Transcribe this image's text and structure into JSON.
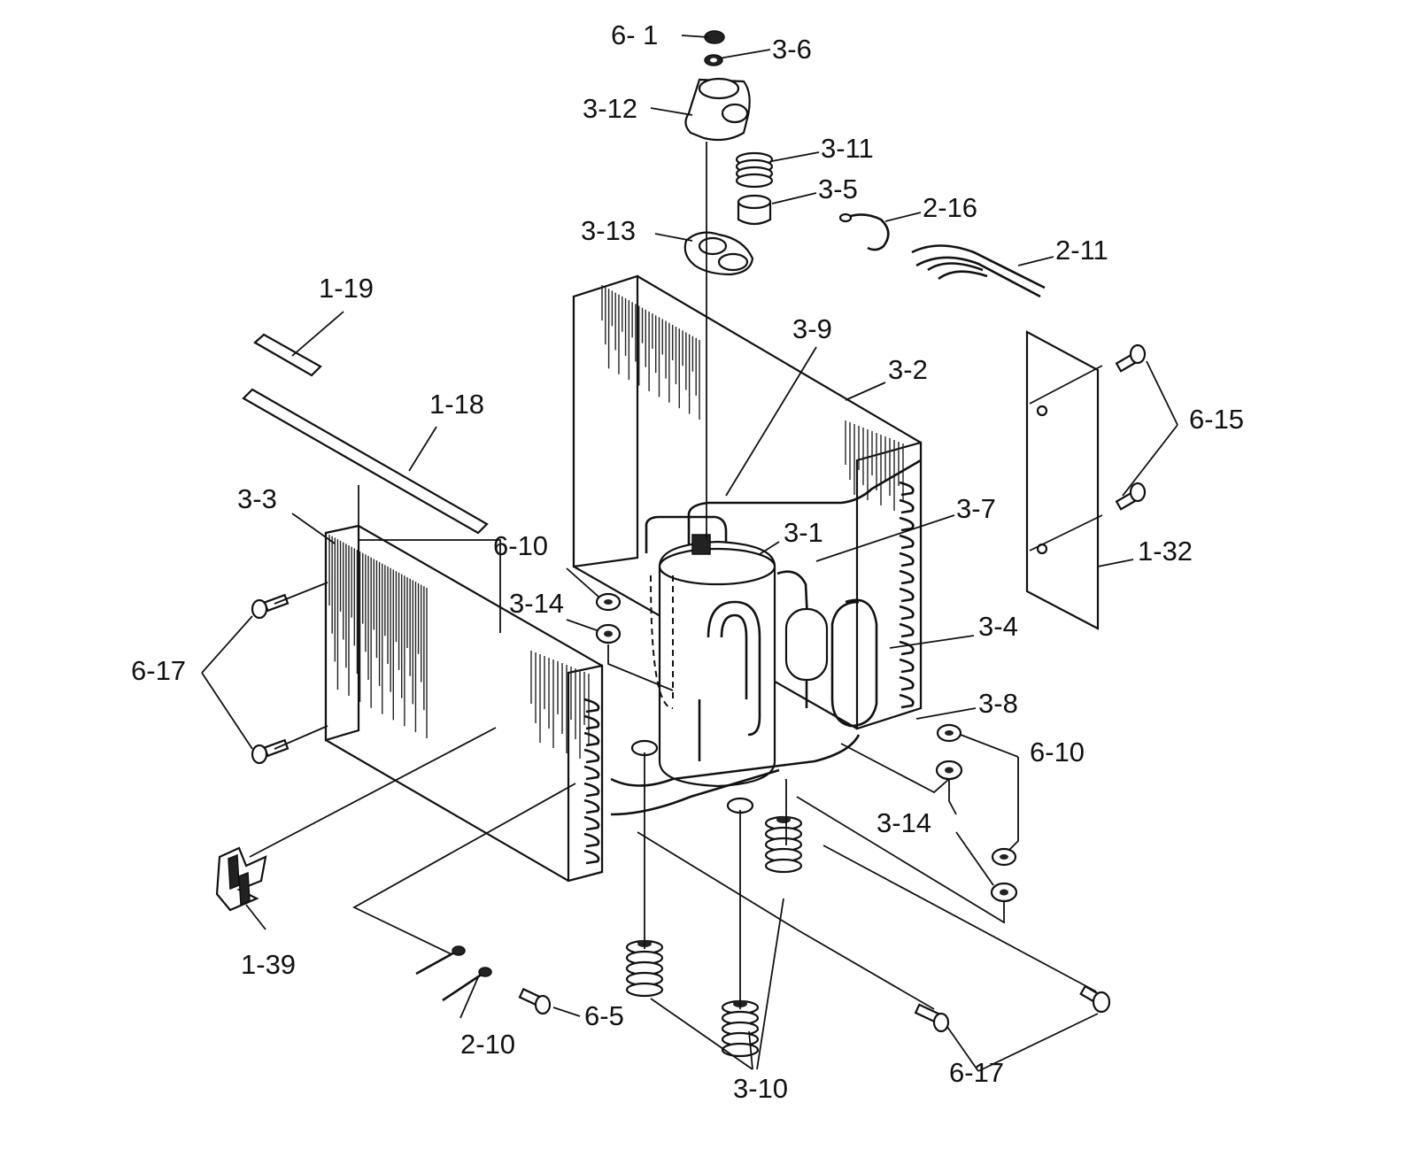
{
  "labels": {
    "p6_1": "6- 1",
    "p3_6": "3-6",
    "p3_12": "3-12",
    "p3_11": "3-11",
    "p3_5": "3-5",
    "p3_13": "3-13",
    "p2_16": "2-16",
    "p2_11": "2-11",
    "p1_19": "1-19",
    "p3_9": "3-9",
    "p3_2": "3-2",
    "p6_15": "6-15",
    "p1_18": "1-18",
    "p3_3": "3-3",
    "p3_1": "3-1",
    "p3_7": "3-7",
    "p6_10_left": "6-10",
    "p1_32": "1-32",
    "p3_14_left": "3-14",
    "p3_4": "3-4",
    "p6_17_left": "6-17",
    "p3_8": "3-8",
    "p6_10_right": "6-10",
    "p3_14_right": "3-14",
    "p1_39": "1-39",
    "p6_5": "6-5",
    "p2_10": "2-10",
    "p3_10": "3-10",
    "p6_17_bottom": "6-17"
  },
  "icons": {
    "compressor": "compressor-icon",
    "coil": "condenser-coil-icon",
    "panel": "panel-icon",
    "screw": "screw-icon",
    "grommet": "grommet-icon",
    "spring": "spring-icon"
  }
}
